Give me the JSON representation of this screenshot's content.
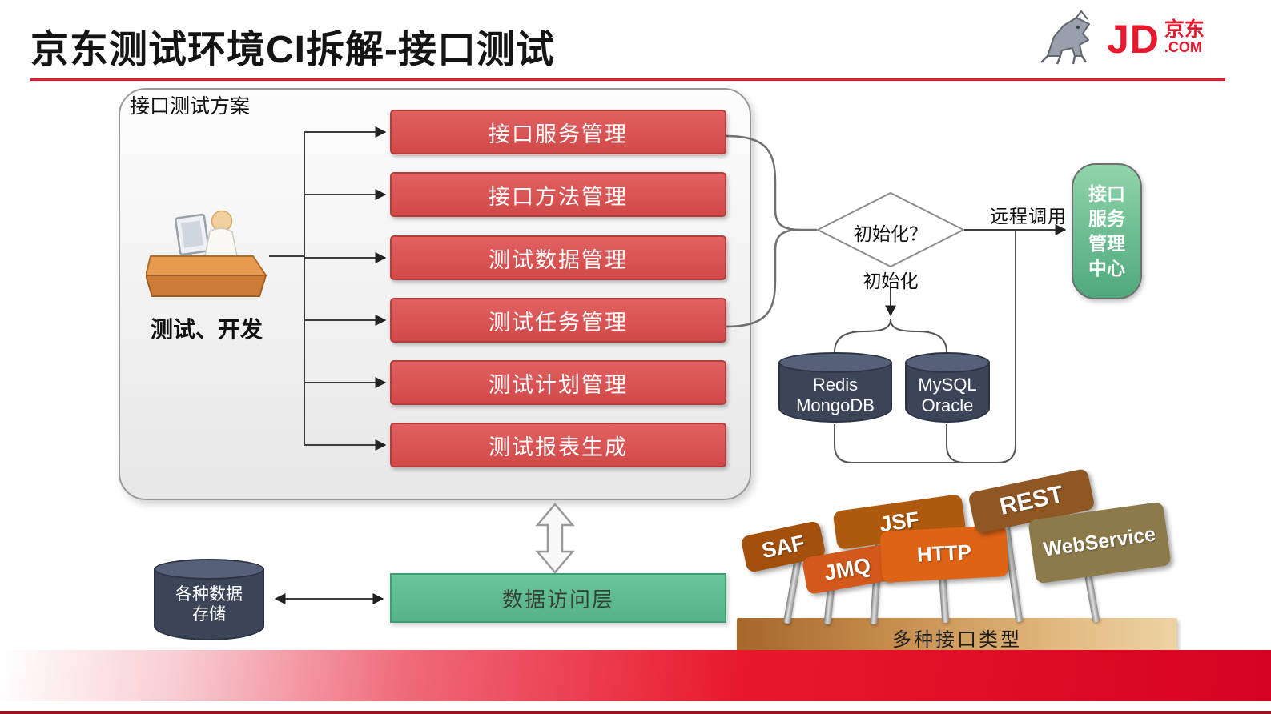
{
  "colors": {
    "accent_red": "#E8192C",
    "module_red": "#D95353",
    "module_border": "#B23D3D",
    "green_data_access": "#5FBE92",
    "green_service_center": "#6DBE8E",
    "cylinder_navy": "#3C4458",
    "type_bar_brown": "#C68D4C"
  },
  "header": {
    "title": "京东测试环境CI拆解-接口测试",
    "logo": {
      "jd": "JD",
      "jingdong": "京东",
      "com": ".COM"
    }
  },
  "plan": {
    "label": "接口测试方案",
    "actor_label": "测试、开发",
    "modules": [
      "接口服务管理",
      "接口方法管理",
      "测试数据管理",
      "测试任务管理",
      "测试计划管理",
      "测试报表生成"
    ]
  },
  "flow": {
    "decision_label": "初始化？",
    "init_label": "初始化",
    "remote_call_label": "远程调用",
    "db_left": [
      "Redis",
      "MongoDB"
    ],
    "db_right": [
      "MySQL",
      "Oracle"
    ],
    "service_center": [
      "接口",
      "服务",
      "管理",
      "中心"
    ]
  },
  "bottom": {
    "data_access_label": "数据访问层",
    "storage": [
      "各种数据",
      "存储"
    ],
    "interface_bar_label": "多种接口类型",
    "interface_tags": [
      {
        "label": "SAF",
        "color": "#A4500D"
      },
      {
        "label": "JSF",
        "color": "#AE5A0E"
      },
      {
        "label": "JMQ",
        "color": "#D2591B"
      },
      {
        "label": "HTTP",
        "color": "#DE6315"
      },
      {
        "label": "REST",
        "color": "#8F5724"
      },
      {
        "label": "WebService",
        "color": "#8C7A4B"
      }
    ]
  }
}
